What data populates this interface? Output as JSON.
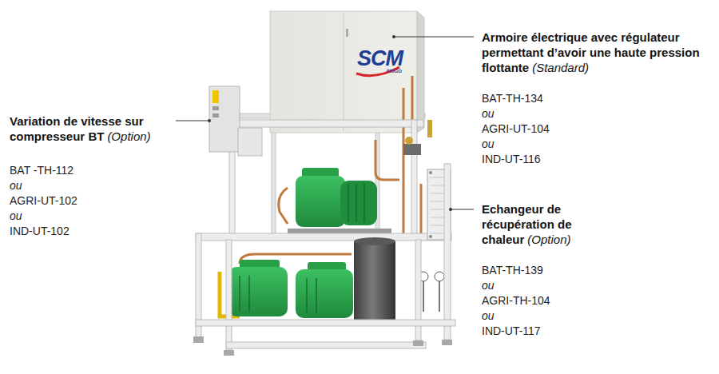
{
  "diagram": {
    "labels": [
      "Armoire électrique avec régulateur permettant d’avoir une haute pression flottante",
      "(Standard)",
      "BAT-TH-134",
      "ou",
      "AGRI-UT-104",
      "ou",
      "IND-UT-116",
      "Variation de vitesse sur compresseur BT",
      "(Option)",
      "BAT -TH-112",
      "ou",
      "AGRI-UT-102",
      "ou",
      "IND-UT-102",
      "Echangeur de récupération de chaleur",
      "(Option)",
      "BAT-TH-139",
      "ou",
      "AGRI-TH-104",
      "ou",
      "IND-UT-117",
      "SCM",
      "FRIGO"
    ]
  }
}
